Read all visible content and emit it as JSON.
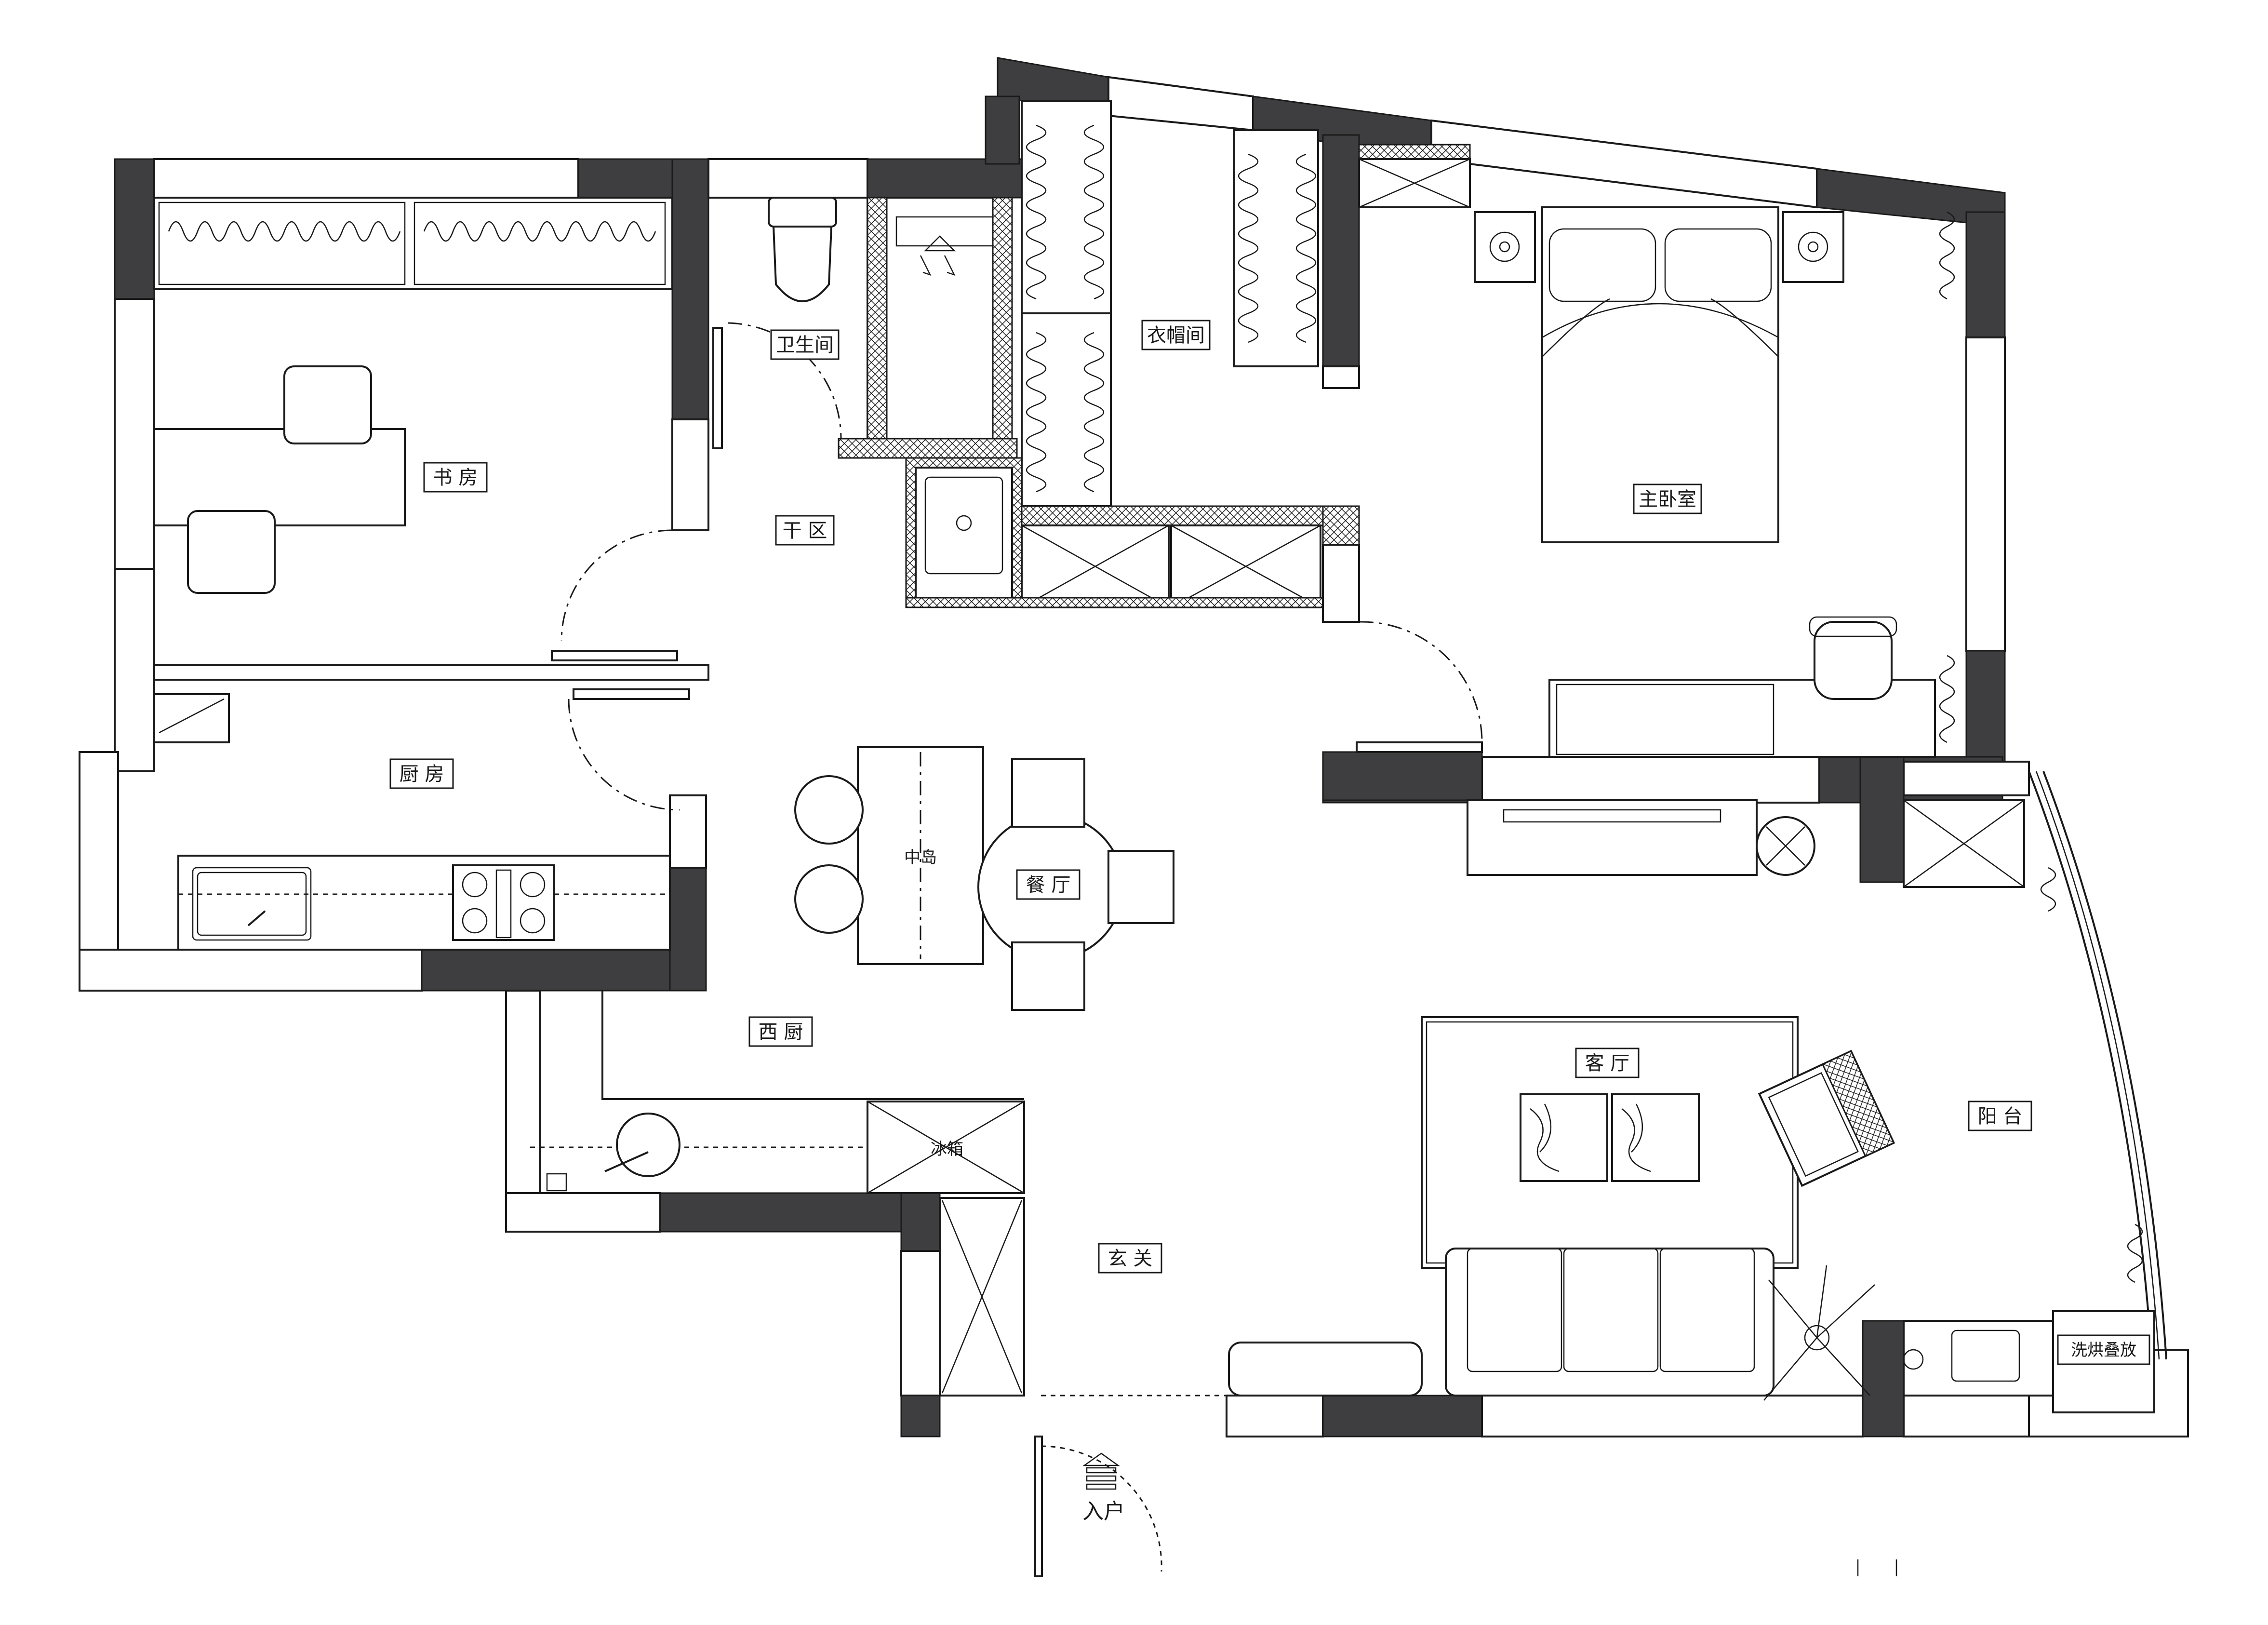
{
  "rooms": {
    "study": "书 房",
    "bathroom": "卫生间",
    "dry_zone": "干 区",
    "wardrobe": "衣帽间",
    "master_bedroom": "主卧室",
    "kitchen": "厨 房",
    "island": "中岛",
    "dining": "餐 厅",
    "western_kitchen": "西 厨",
    "fridge": "冰箱",
    "foyer": "玄 关",
    "living_room": "客 厅",
    "balcony": "阳 台",
    "washer_dryer": "洗烘叠放",
    "entrance": "入户"
  },
  "colors": {
    "wall": "#3e3e40",
    "line": "#1a1a1a",
    "background": "#ffffff"
  },
  "icons": [
    "entrance-arrow-icon",
    "shower-icon",
    "faucet-icon",
    "stove-icon",
    "sink-icon",
    "toilet-icon",
    "bed-icon",
    "plant-icon"
  ]
}
